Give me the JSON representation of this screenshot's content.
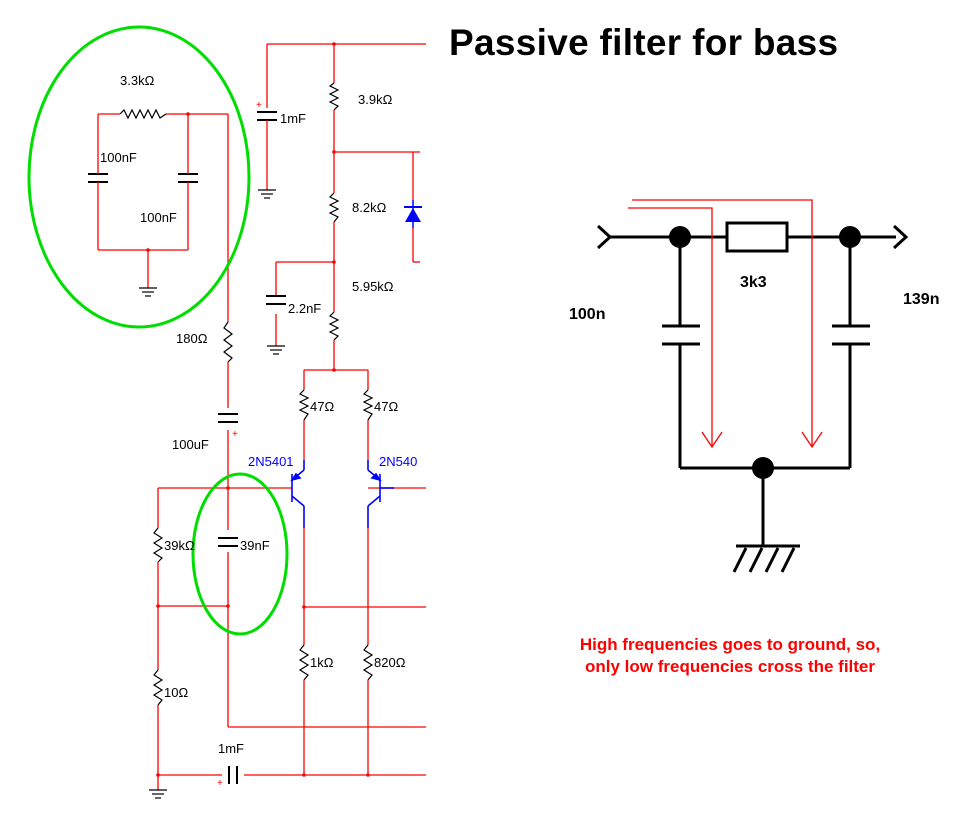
{
  "title": "Passive filter for bass",
  "note": {
    "line1": "High frequencies goes to ground, so,",
    "line2": "only low frequencies cross the filter"
  },
  "schematic": {
    "r_top": "3.3kΩ",
    "c_left": "100nF",
    "c_right": "100nF",
    "c_1mf_top": "1mF",
    "r_3_9k": "3.9kΩ",
    "r_8_2k": "8.2kΩ",
    "r_5_95k": "5.95kΩ",
    "c_2_2nf": "2.2nF",
    "r_180": "180Ω",
    "c_100uf": "100uF",
    "r_47_left": "47Ω",
    "r_47_right": "47Ω",
    "q_left": "2N5401",
    "q_right": "2N540",
    "r_39k": "39kΩ",
    "c_39nf": "39nF",
    "r_1k": "1kΩ",
    "r_820": "820Ω",
    "r_10": "10Ω",
    "c_1mf_bottom": "1mF"
  },
  "filter_diagram": {
    "resistor": "3k3",
    "cap_left": "100n",
    "cap_right": "139n"
  }
}
